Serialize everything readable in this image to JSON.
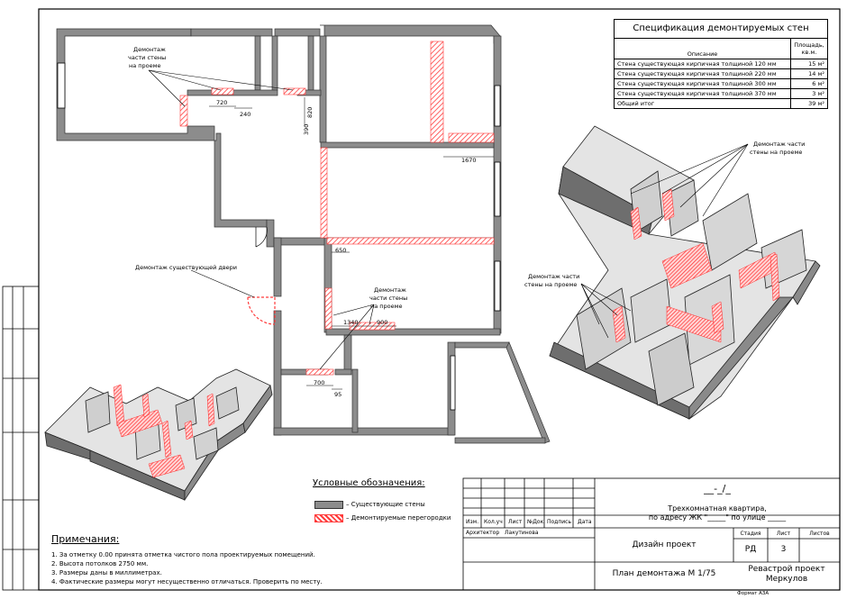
{
  "drawing": {
    "colors": {
      "wall": "#8c8c8c",
      "wall_stroke": "#333333",
      "demolish": "#ff3b3b",
      "line": "#000000"
    },
    "annotations": {
      "demolish_opening_top": [
        "Демонтаж",
        "части стены",
        "на проеме"
      ],
      "demolish_door": "Демонтаж существующей двери",
      "demolish_opening_mid": [
        "Демонтаж",
        "части стены",
        "на проеме"
      ]
    },
    "dimensions": [
      "720",
      "240",
      "820",
      "390",
      "1670",
      "650",
      "1340",
      "900",
      "700",
      "95"
    ]
  },
  "specification": {
    "title": "Спецификация демонтируемых стен",
    "col_description": "Описание",
    "col_area": "Площадь, кв.м.",
    "rows": [
      {
        "description": "Стена существующая кирпичная толщиной 120 мм",
        "area": "15 м²"
      },
      {
        "description": "Стена существующая кирпичная толщиной 220 мм",
        "area": "14 м²"
      },
      {
        "description": "Стена существующая кирпичная толщиной 300 мм",
        "area": "6 м²"
      },
      {
        "description": "Стена существующая кирпичная толщиной 370 мм",
        "area": "3 м²"
      }
    ],
    "total_label": "Общий итог",
    "total_value": "39 м²"
  },
  "iso_annotations": {
    "top": [
      "Демонтаж части",
      "стены на проеме"
    ],
    "left": [
      "Демонтаж части",
      "стены на проеме"
    ]
  },
  "legend": {
    "title": "Условные обозначения:",
    "items": [
      {
        "label": "– Существующие стены",
        "color": "#8c8c8c"
      },
      {
        "label": "– Демонтируемые перегородки",
        "color": "#ff3b3b"
      }
    ]
  },
  "notes": {
    "title": "Примечания:",
    "items": [
      "1.  За отметку 0.00 принята отметка чистого пола проектируемых помещений.",
      "2.  Высота потолков 2750 мм.",
      "3.  Размеры даны в миллиметрах.",
      "4.  Фактические размеры могут несущественно отличаться. Проверить по месту."
    ]
  },
  "title_block": {
    "code": "__-_/_",
    "project_title": [
      "Трехкомнатная квартира,",
      "по адресу ЖК \"_____\" по улице _____"
    ],
    "headers": [
      "Изм.",
      "Кол.уч",
      "Лист",
      "№Док.",
      "Подпись",
      "Дата"
    ],
    "role_architect": "Архитектор",
    "architect_name": "Лакутинова",
    "design_label": "Дизайн проект",
    "sheet_title": "План демонтажа М 1/75",
    "stage_header": "Стадия",
    "sheet_header": "Лист",
    "sheets_header": "Листов",
    "stage_value": "РД",
    "sheet_value": "3",
    "company": [
      "Ревастрой проект",
      "Меркулов"
    ],
    "format": "Формат А3А"
  }
}
